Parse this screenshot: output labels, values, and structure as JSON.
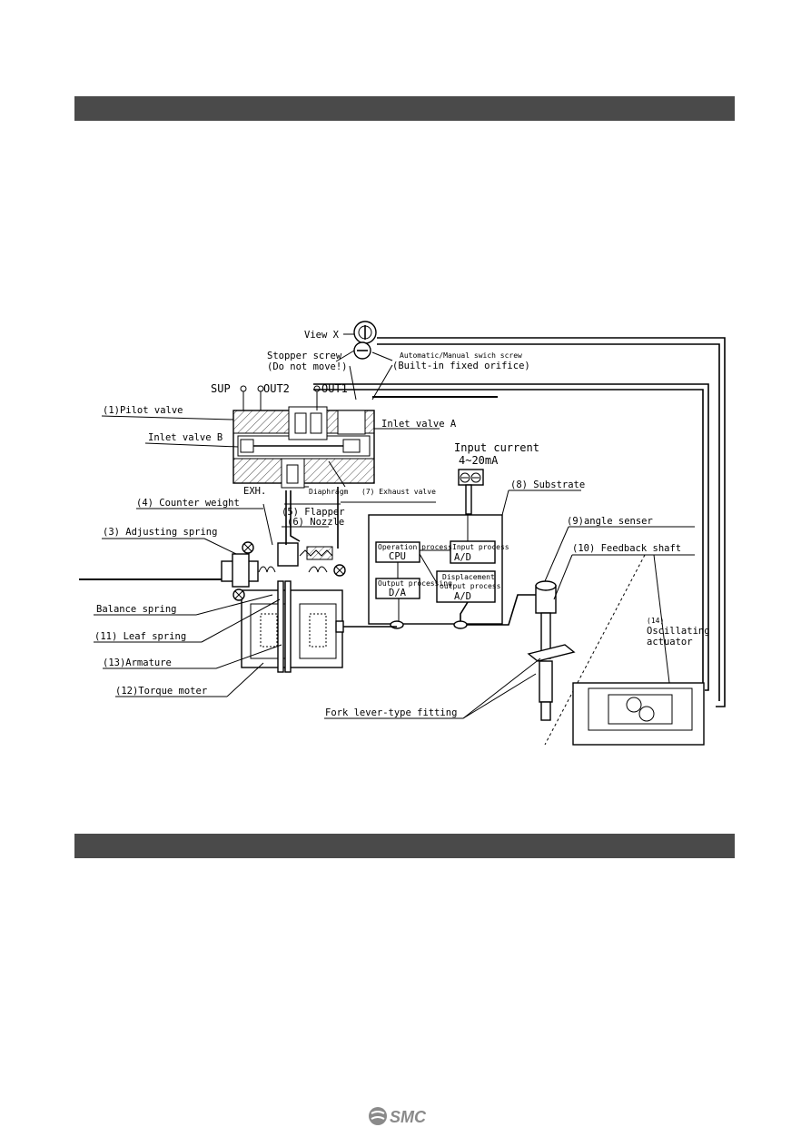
{
  "header_bars": [
    {
      "name": "section-header-bar-1",
      "text": ""
    },
    {
      "name": "section-header-bar-2",
      "text": ""
    }
  ],
  "diagram": {
    "view_x": "View X",
    "stopper_screw": "Stopper screw",
    "do_not_move": "(Do not move!)",
    "auto_manual_screw": "Automatic/Manual swich screw",
    "builtin_orifice": "(Built-in fixed orifice)",
    "sup": "SUP",
    "out2": "OUT2",
    "out1": "OUT1",
    "pilot_valve": "(1)Pilot valve",
    "inlet_valve_b": "Inlet valve B",
    "inlet_valve_a": "Inlet valve A",
    "input_current": "Input current",
    "input_range": "4~20mA",
    "exh": "EXH.",
    "diaphragm": "Diaphragm",
    "exhaust_valve": "(7) Exhaust valve",
    "substrate": "(8) Substrate",
    "counter_weight": "(4) Counter weight",
    "flapper": "(5) Flapper",
    "nozzle": "(6) Nozzle",
    "adjusting_spring": "(3) Adjusting spring",
    "angle_sensor": "(9)angle senser",
    "feedback_shaft": "(10) Feedback shaft",
    "oscillating_no": "(14)",
    "oscillating_1": "Oscillating",
    "oscillating_2": "actuator",
    "operation_process": "Operation process",
    "cpu": "CPU",
    "input_process": "Input process",
    "ad": "A/D",
    "output_processing": "Output processing",
    "da": "D/A",
    "displacement_1": "Displacement",
    "displacement_2": "output process",
    "ad2": "A/D",
    "balance_spring": "Balance spring",
    "leaf_spring": "(11) Leaf spring",
    "armature": "(13)Armature",
    "torque_motor": "(12)Torque moter",
    "fork_lever": "Fork lever-type fitting"
  },
  "footer": {
    "logo_text": "SMC",
    "logo_icon": "smc-logo-icon"
  }
}
